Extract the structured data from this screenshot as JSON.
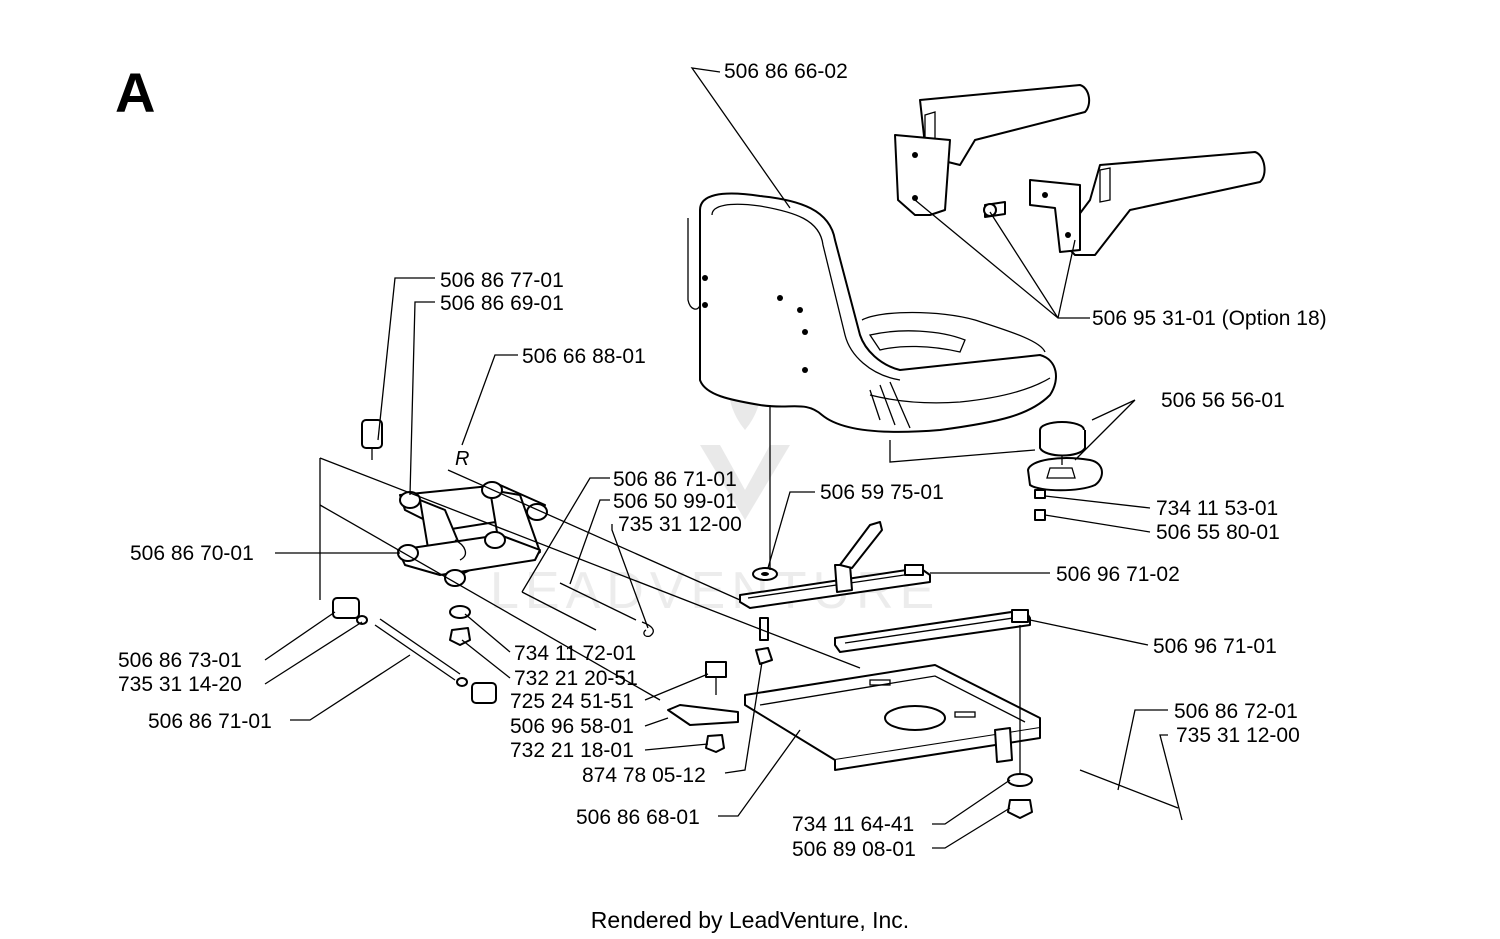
{
  "diagram": {
    "section_label": "A",
    "footer": "Rendered by LeadVenture, Inc.",
    "watermark": "LEADVENTURE",
    "callouts": [
      "506 86 66-02",
      "506 95 31-01 (Option 18)",
      "506 86 77-01",
      "506 86 69-01",
      "506 66 88-01",
      "506 56 56-01",
      "734 11 53-01",
      "506 55 80-01",
      "506 86 71-01",
      "506 50 99-01",
      "735 31 12-00",
      "506 59 75-01",
      "506 86 70-01",
      "506 96 71-02",
      "506 96 71-01",
      "734 11 72-01",
      "732 21 20-51",
      "506 86 73-01",
      "735 31 14-20",
      "725 24 51-51",
      "506 96 58-01",
      "506 86 71-01",
      "732 21 18-01",
      "874 78 05-12",
      "506 86 68-01",
      "506 86 72-01",
      "735 31 12-00",
      "734 11 64-41",
      "506 89 08-01"
    ],
    "mark_r": "R"
  }
}
